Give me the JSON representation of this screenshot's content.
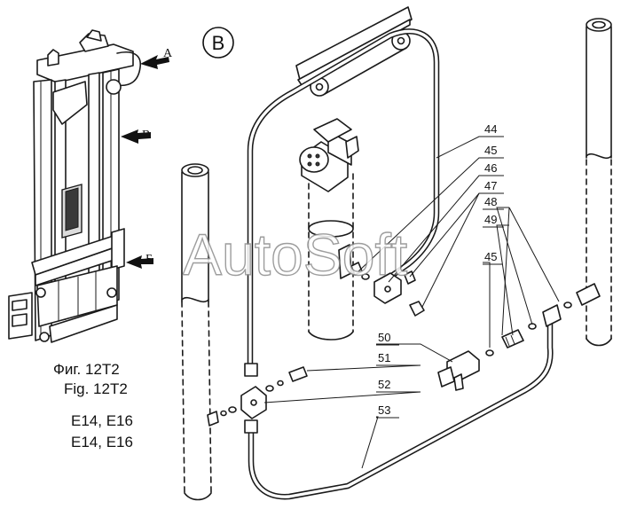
{
  "view_label": "B",
  "watermark": "AutoSoft",
  "arrow_labels": [
    "A",
    "B",
    "Б"
  ],
  "caption": {
    "line1": "Фиг. 12T2",
    "line2": "Fig. 12T2",
    "line3": "E14, E16",
    "line4": "E14, E16"
  },
  "callouts": [
    "44",
    "45",
    "46",
    "47",
    "48",
    "49",
    "45",
    "50",
    "51",
    "52",
    "53"
  ]
}
